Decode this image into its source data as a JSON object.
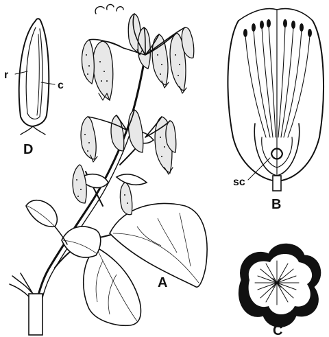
{
  "labels": {
    "panel_a": "A",
    "panel_b": "B",
    "panel_c": "C",
    "panel_d": "D",
    "label_r": "r",
    "label_c": "c",
    "label_sc": "sc"
  }
}
